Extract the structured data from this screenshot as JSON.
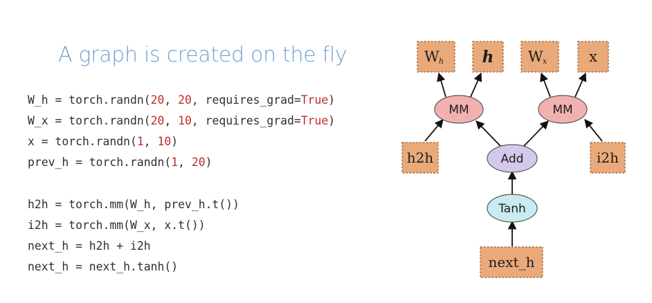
{
  "title": "A graph is created on the fly",
  "code": {
    "block1": [
      [
        {
          "t": "W_h = torch.randn("
        },
        {
          "t": "20",
          "c": "num"
        },
        {
          "t": ", "
        },
        {
          "t": "20",
          "c": "num"
        },
        {
          "t": ", requires_grad="
        },
        {
          "t": "True",
          "c": "kw"
        },
        {
          "t": ")"
        }
      ],
      [
        {
          "t": "W_x = torch.randn("
        },
        {
          "t": "20",
          "c": "num"
        },
        {
          "t": ", "
        },
        {
          "t": "10",
          "c": "num"
        },
        {
          "t": ", requires_grad="
        },
        {
          "t": "True",
          "c": "kw"
        },
        {
          "t": ")"
        }
      ],
      [
        {
          "t": "x = torch.randn("
        },
        {
          "t": "1",
          "c": "num"
        },
        {
          "t": ", "
        },
        {
          "t": "10",
          "c": "num"
        },
        {
          "t": ")"
        }
      ],
      [
        {
          "t": "prev_h = torch.randn("
        },
        {
          "t": "1",
          "c": "num"
        },
        {
          "t": ", "
        },
        {
          "t": "20",
          "c": "num"
        },
        {
          "t": ")"
        }
      ]
    ],
    "block2": [
      [
        {
          "t": "h2h = torch.mm(W_h, prev_h.t())"
        }
      ],
      [
        {
          "t": "i2h = torch.mm(W_x, x.t())"
        }
      ],
      [
        {
          "t": "next_h = h2h + i2h"
        }
      ],
      [
        {
          "t": "next_h = next_h.tanh()"
        }
      ]
    ]
  },
  "graph": {
    "nodes": {
      "wh": {
        "label": "W",
        "sub": "h"
      },
      "h": {
        "label": "h"
      },
      "wx": {
        "label": "W",
        "sub": "x"
      },
      "x": {
        "label": "x"
      },
      "mm1": {
        "label": "MM"
      },
      "mm2": {
        "label": "MM"
      },
      "h2h": {
        "label": "h2h"
      },
      "i2h": {
        "label": "i2h"
      },
      "add": {
        "label": "Add"
      },
      "tanh": {
        "label": "Tanh"
      },
      "next_h": {
        "label": "next_h"
      }
    },
    "colors": {
      "tensor_box": "#e9a979",
      "mm_op": "#f2b1b1",
      "add_op": "#d6c8ec",
      "tanh_op": "#c8ecf0",
      "title": "#6f9fd3",
      "code_literal": "#c22a2a"
    }
  }
}
